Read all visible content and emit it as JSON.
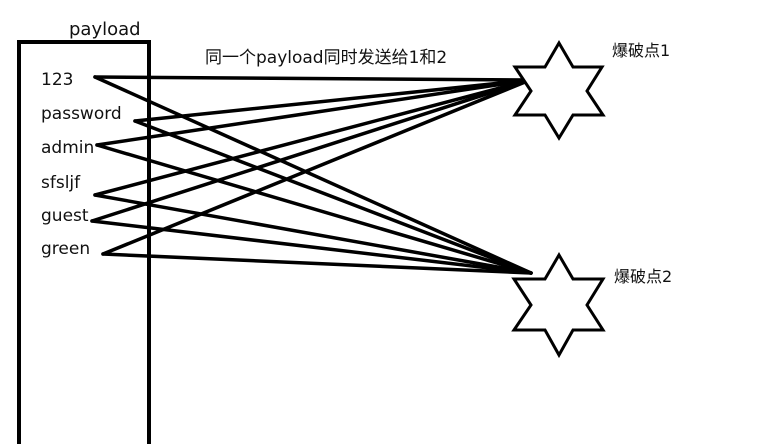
{
  "box_title": "payload",
  "payloads": [
    "123",
    "password",
    "admin",
    "sfsljf",
    "guest",
    "green"
  ],
  "caption": "同一个payload同时发送给1和2",
  "targets": [
    "爆破点1",
    "爆破点2"
  ],
  "colors": {
    "stroke": "#000000",
    "text": "#111111",
    "background": "#ffffff"
  }
}
